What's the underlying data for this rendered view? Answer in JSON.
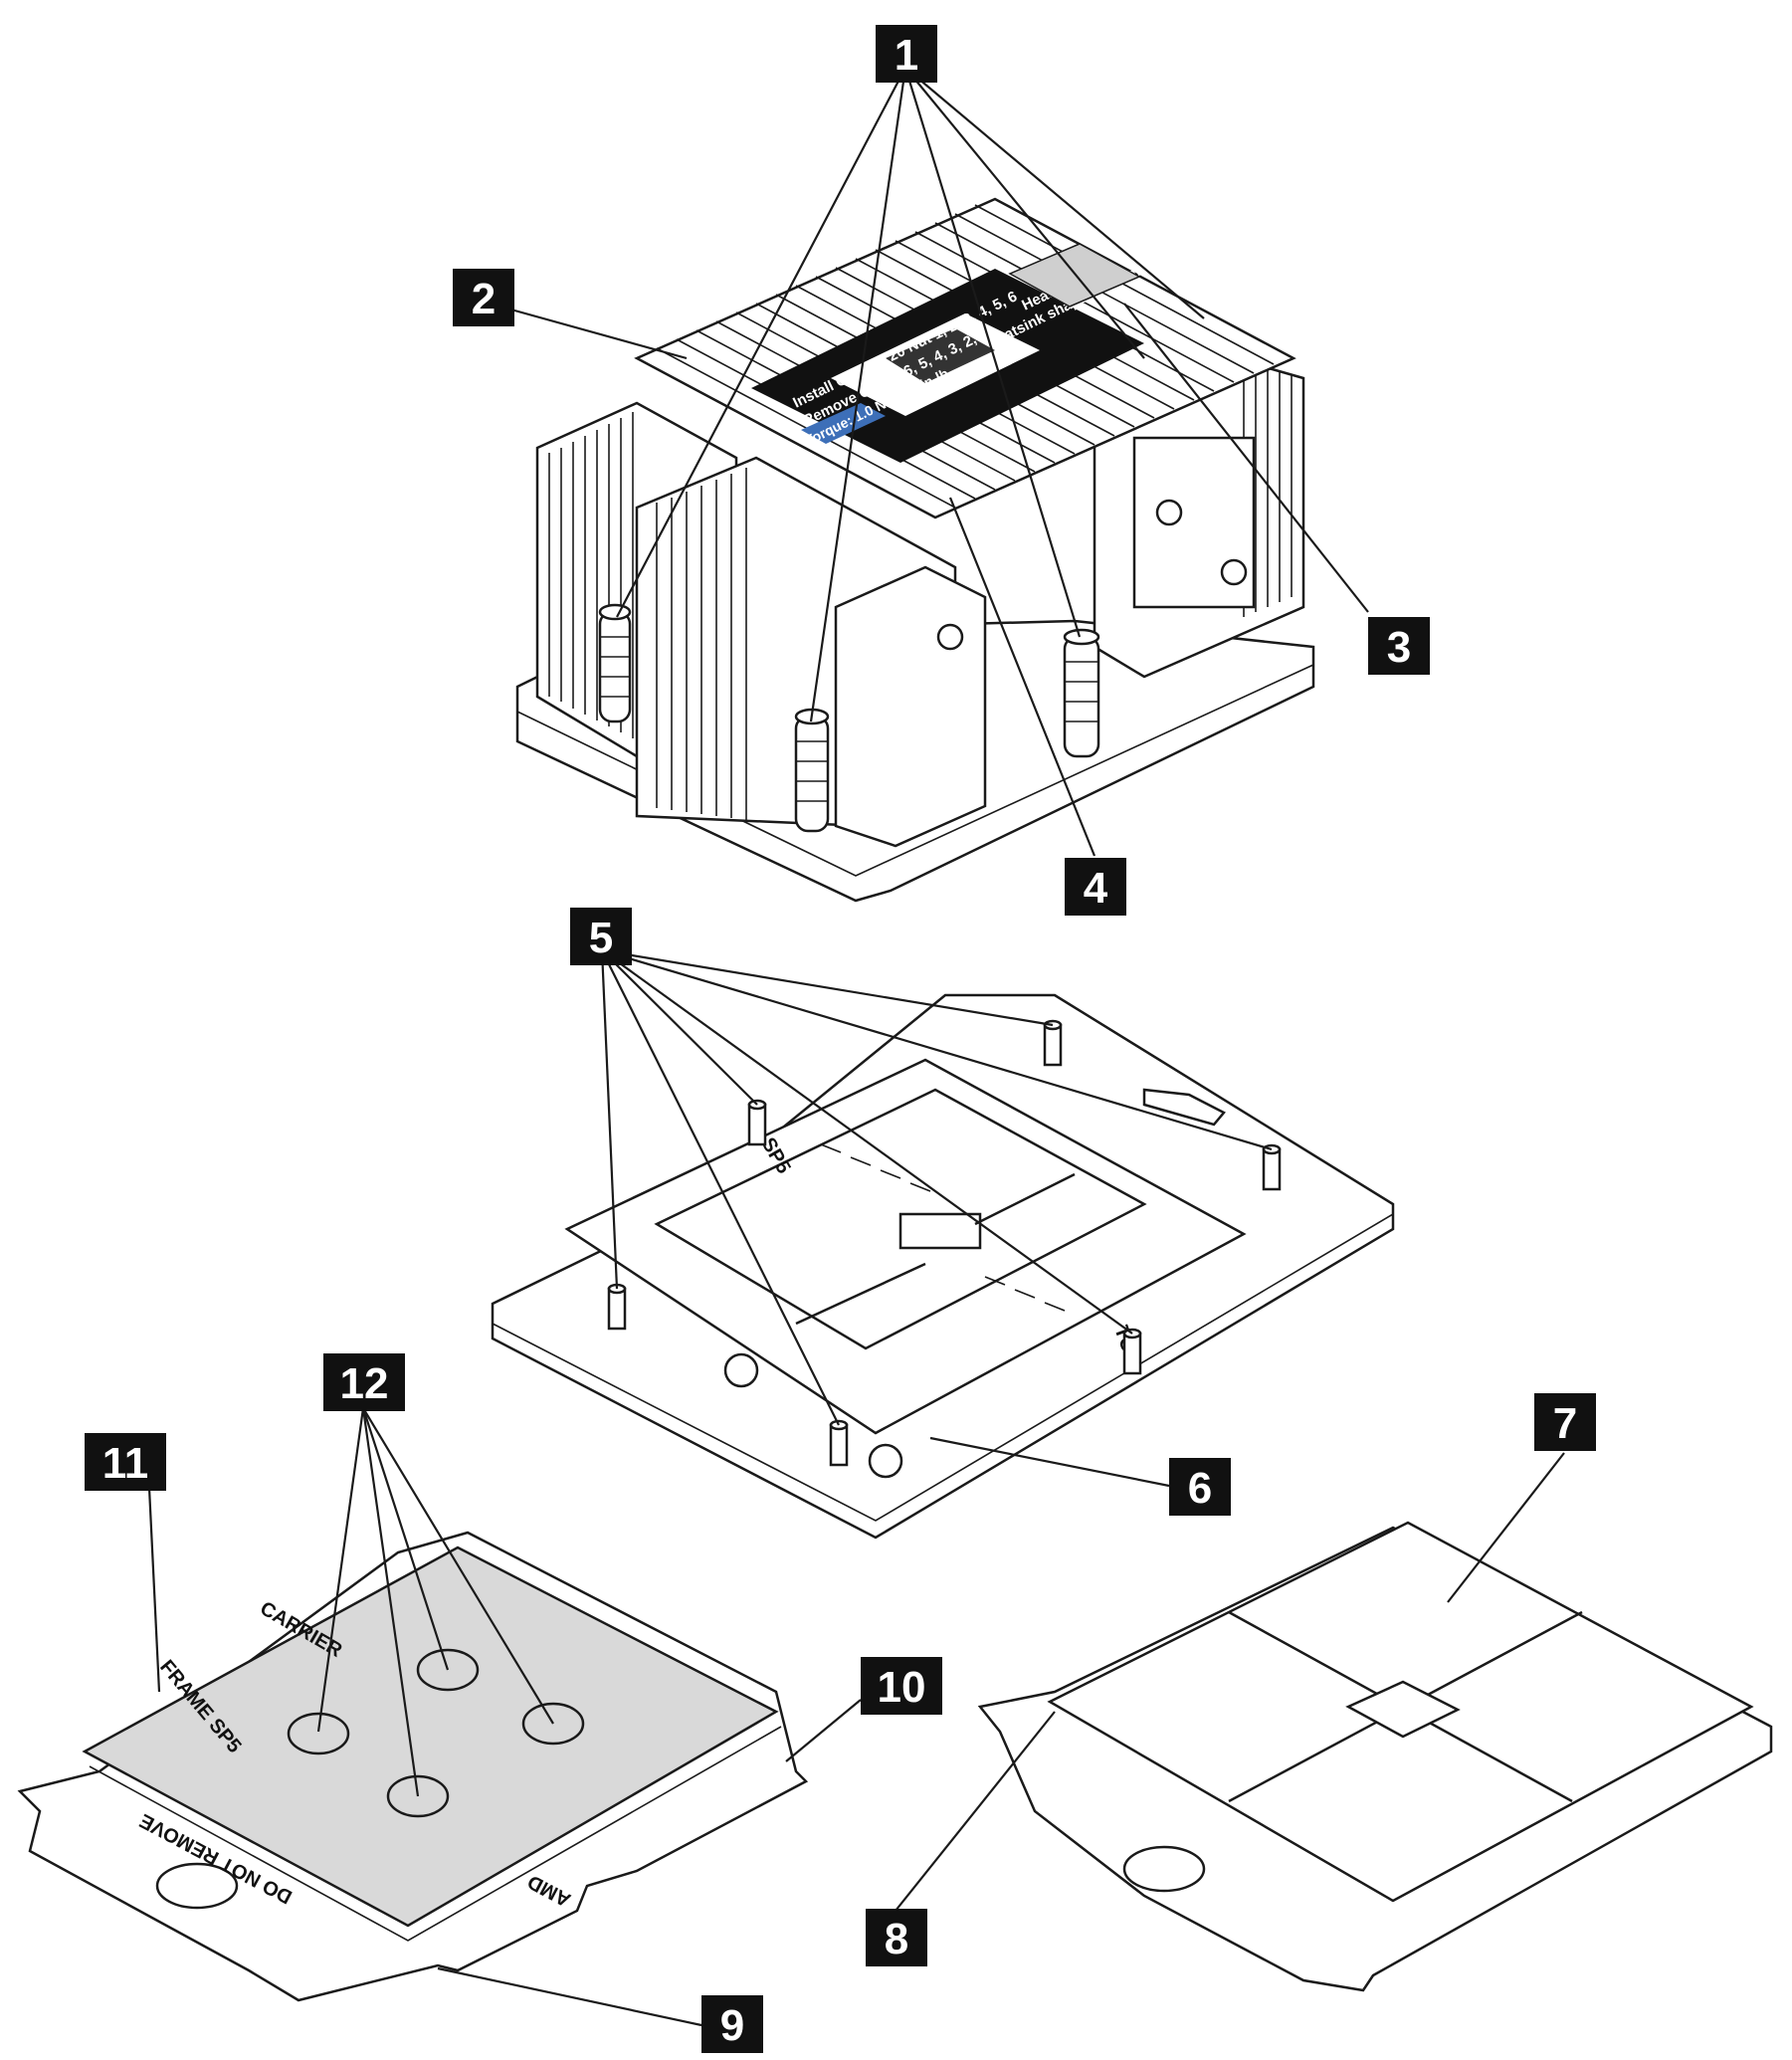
{
  "callouts": [
    "1",
    "2",
    "3",
    "4",
    "5",
    "6",
    "7",
    "8",
    "9",
    "10",
    "11",
    "12"
  ],
  "heatsink_label": {
    "title": "Heatsink",
    "note": "Heatsink shape may vary.",
    "install": "Install Order: T20 Nut 1, 2, 3, 4, 5, 6",
    "remove": "Remove Order: 6, 5, 4, 3, 2, 1",
    "torque": "Torque: 1.0 N·m / 9 in-lb"
  },
  "socket_text": {
    "sp5": "SP5",
    "top": "TOP"
  },
  "carrier_text": {
    "carrier": "CARRIER",
    "frame": "FRAME SP5",
    "do_not_remove": "DO NOT REMOVE",
    "amd": "AMD"
  }
}
